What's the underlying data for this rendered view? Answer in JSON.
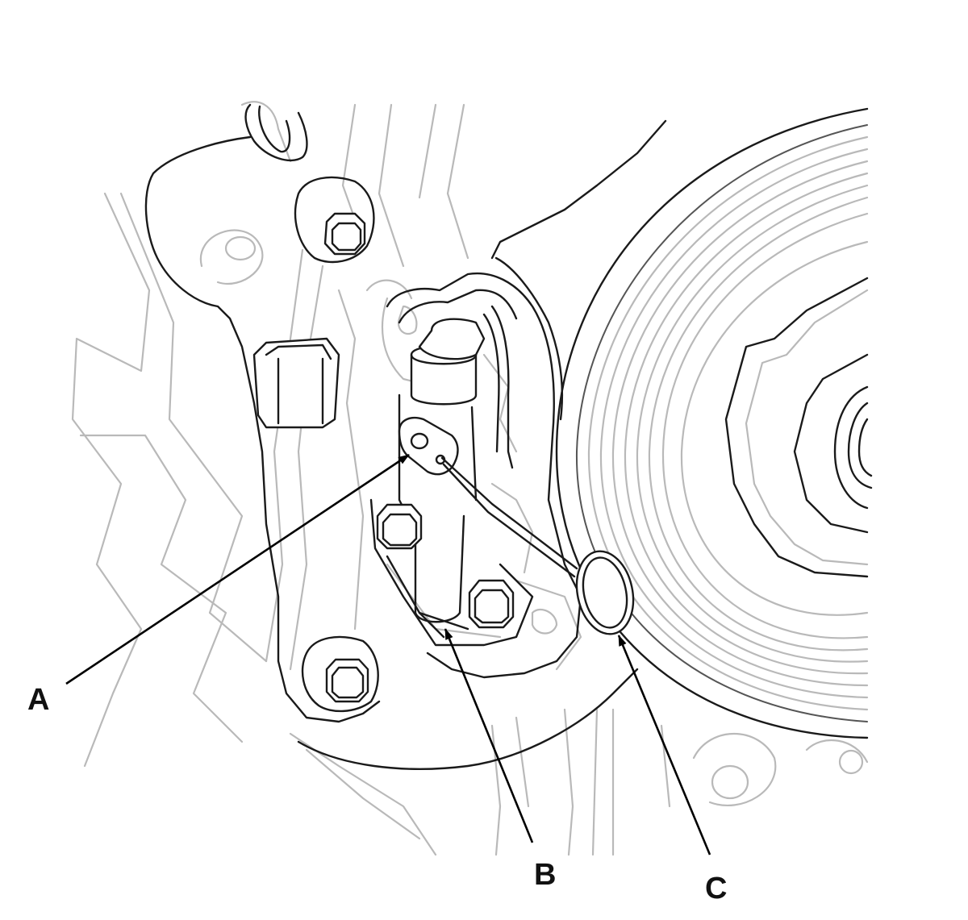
{
  "callouts": [
    {
      "id": "A",
      "label": "A"
    },
    {
      "id": "B",
      "label": "B"
    },
    {
      "id": "C",
      "label": "C"
    }
  ],
  "colors": {
    "line_dark": "#1a1a1a",
    "line_light": "#b9b9b9",
    "background": "#ffffff"
  }
}
